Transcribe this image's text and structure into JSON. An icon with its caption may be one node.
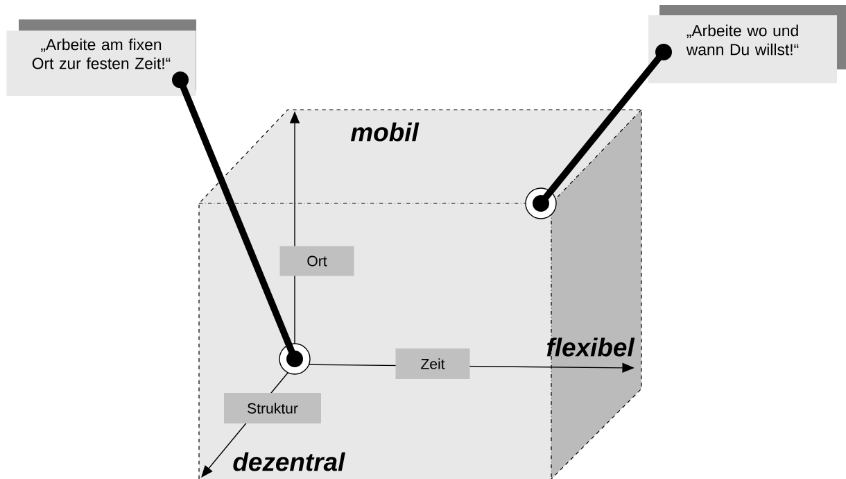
{
  "diagram": {
    "nodes": [
      {
        "text": [
          "„Arbeite am fixen Ort zur festen Zeit!“"
        ]
      },
      {
        "text": [
          "„Arbeite wo und wann Du willst!“"
        ]
      },
      {
        "text": [],
        "shape": "circle"
      },
      {
        "text": [],
        "shape": "circle"
      },
      {
        "text": [
          "Ort"
        ]
      },
      {
        "text": [
          "Zeit"
        ]
      },
      {
        "text": [
          "Struktur"
        ]
      }
    ],
    "edges": [
      {
        "from": 0,
        "to": 2,
        "arrow": "other"
      },
      {
        "from": 1,
        "to": 3,
        "arrow": "other"
      }
    ],
    "labels": [
      "mobil",
      "flexibel",
      "dezentral"
    ]
  }
}
